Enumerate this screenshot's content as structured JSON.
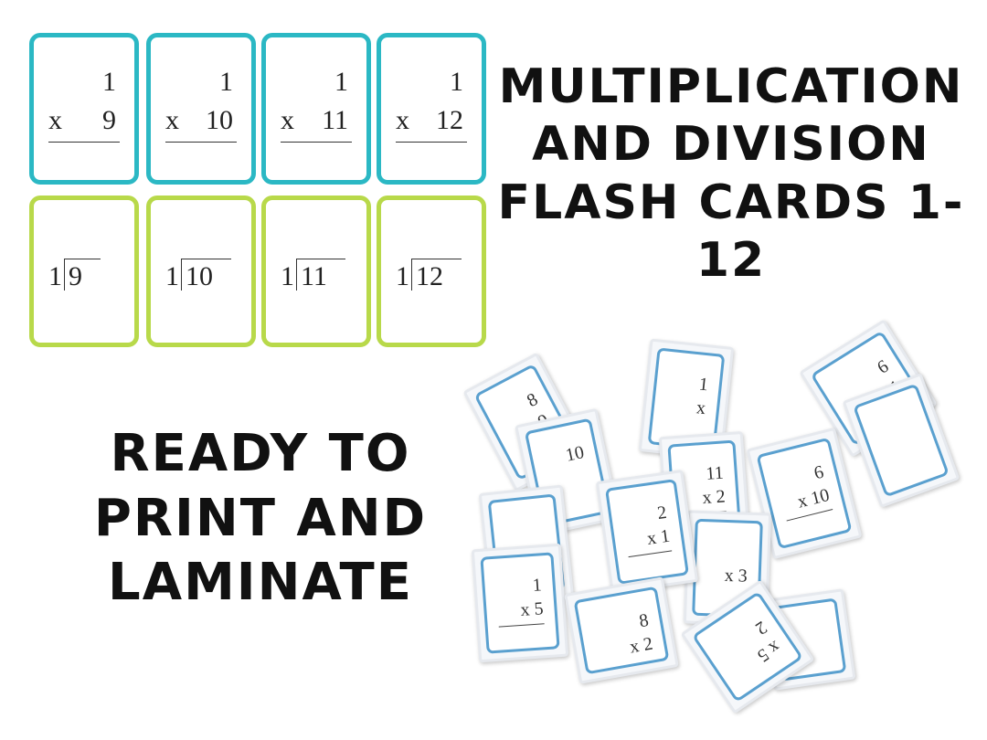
{
  "title": "MULTIPLICATION AND DIVISION FLASH CARDS 1-12",
  "subtitle": "READY TO PRINT AND LAMINATE",
  "colors": {
    "multiplication_border": "#2bb8c4",
    "division_border": "#b8d94a",
    "pile_card_border": "#5aa0cf"
  },
  "multiplication_cards": [
    {
      "top": "1",
      "op": "x",
      "bottom": "9"
    },
    {
      "top": "1",
      "op": "x",
      "bottom": "10"
    },
    {
      "top": "1",
      "op": "x",
      "bottom": "11"
    },
    {
      "top": "1",
      "op": "x",
      "bottom": "12"
    }
  ],
  "division_cards": [
    {
      "divisor": "1",
      "dividend": "9"
    },
    {
      "divisor": "1",
      "dividend": "10"
    },
    {
      "divisor": "1",
      "dividend": "11"
    },
    {
      "divisor": "1",
      "dividend": "12"
    }
  ],
  "pile_cards": [
    {
      "top": "8",
      "bottom": "9"
    },
    {
      "top": "1",
      "bottom": "x"
    },
    {
      "top": "6",
      "bottom": "x 11"
    },
    {
      "top": "10",
      "bottom": ""
    },
    {
      "top": "11",
      "bottom": "x 2"
    },
    {
      "top": "6",
      "bottom": "x 10"
    },
    {
      "top": "2",
      "bottom": "x 1"
    },
    {
      "top": "",
      "bottom": "x 3"
    },
    {
      "top": "1",
      "bottom": "x 5"
    },
    {
      "top": "8",
      "bottom": "x 2"
    },
    {
      "top": "2",
      "bottom": "x 5"
    }
  ]
}
